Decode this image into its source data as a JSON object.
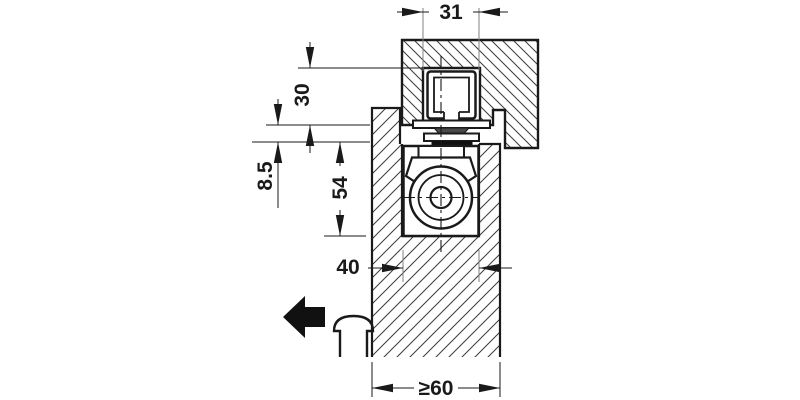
{
  "drawing": {
    "kind": "door-closer installation cross-section",
    "dims": {
      "rail_cutout_width": "31",
      "rail_cutout_depth": "30",
      "clearance": "8.5",
      "body_height": "54",
      "body_width": "40",
      "min_door_thickness": "≥60"
    },
    "colors": {
      "line": "#1a1a1a",
      "hatch": "#3a3a3a",
      "slider_gray": "#4a4a4a",
      "black_fill": "#111111",
      "extension_line": "#808080",
      "background": "#ffffff"
    }
  }
}
